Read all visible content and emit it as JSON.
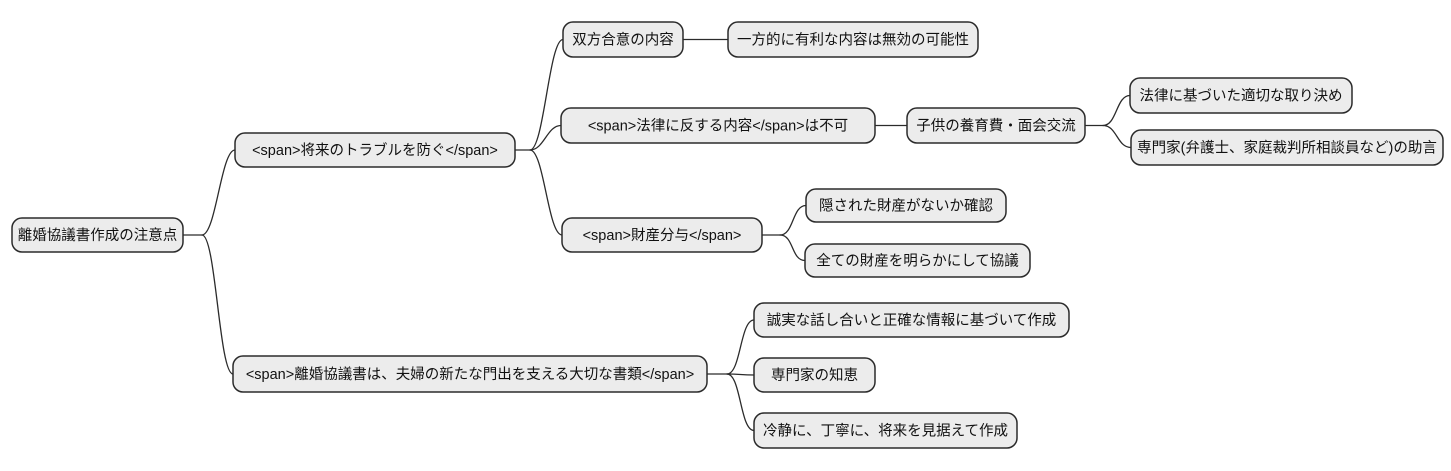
{
  "diagram": {
    "type": "mindmap",
    "colors": {
      "background": "#ffffff",
      "node_fill": "#ececec",
      "node_border": "#2b2b2b",
      "link": "#2b2b2b",
      "text": "#111111"
    },
    "root": {
      "label": "離婚協議書作成の注意点"
    },
    "branches": [
      {
        "label": "<span>将来のトラブルを防ぐ</span>",
        "children": [
          {
            "label": "双方合意の内容",
            "children": [
              {
                "label": "一方的に有利な内容は無効の可能性"
              }
            ]
          },
          {
            "label": "<span>法律に反する内容</span>は不可",
            "children": [
              {
                "label": "子供の養育費・面会交流",
                "children": [
                  {
                    "label": "法律に基づいた適切な取り決め"
                  },
                  {
                    "label": "専門家(弁護士、家庭裁判所相談員など)の助言"
                  }
                ]
              }
            ]
          },
          {
            "label": "<span>財産分与</span>",
            "children": [
              {
                "label": "隠された財産がないか確認"
              },
              {
                "label": "全ての財産を明らかにして協議"
              }
            ]
          }
        ]
      },
      {
        "label": "<span>離婚協議書は、夫婦の新たな門出を支える大切な書類</span>",
        "children": [
          {
            "label": "誠実な話し合いと正確な情報に基づいて作成"
          },
          {
            "label": "専門家の知恵"
          },
          {
            "label": "冷静に、丁寧に、将来を見据えて作成"
          }
        ]
      }
    ]
  }
}
